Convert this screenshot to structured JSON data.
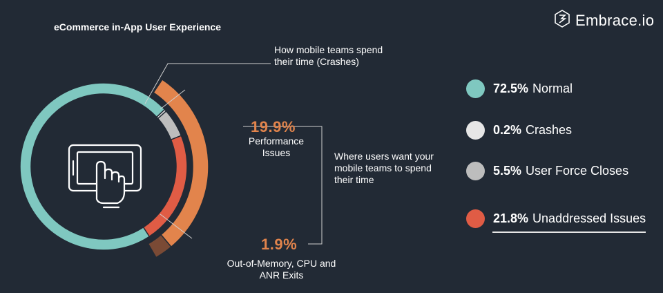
{
  "title": "eCommerce in-App User Experience",
  "brand": {
    "name": "Embrace.io",
    "icon": "embrace-logo-icon"
  },
  "icon_center": "tablet-touch-icon",
  "callouts": {
    "top": "How mobile teams spend their time (Crashes)",
    "perf_pct": "19.9%",
    "perf_label": "Performance Issues",
    "oom_pct": "1.9%",
    "oom_label": "Out-of-Memory, CPU and ANR Exits",
    "where": "Where users want your mobile teams to spend their time"
  },
  "legend": [
    {
      "value": "72.5%",
      "label": "Normal",
      "color": "#7fc8c0"
    },
    {
      "value": "0.2%",
      "label": "Crashes",
      "color": "#e6e6e6"
    },
    {
      "value": "5.5%",
      "label": "User Force Closes",
      "color": "#bdbdbd"
    },
    {
      "value": "21.8%",
      "label": "Unaddressed Issues",
      "color": "#e05c45"
    }
  ],
  "chart_data": [
    {
      "type": "pie",
      "categories": [
        "Normal",
        "Crashes",
        "User Force Closes",
        "Unaddressed Issues"
      ],
      "values": [
        72.5,
        0.2,
        5.5,
        21.8
      ],
      "colors": [
        "#7fc8c0",
        "#e6e6e6",
        "#bdbdbd",
        "#e05c45"
      ],
      "donut": true
    },
    {
      "type": "pie",
      "categories": [
        "Performance Issues",
        "Out-of-Memory, CPU and ANR Exits"
      ],
      "values": [
        19.9,
        1.9
      ],
      "colors": [
        "#e2844c",
        "#7a4a35"
      ],
      "partial_ring": true
    }
  ]
}
